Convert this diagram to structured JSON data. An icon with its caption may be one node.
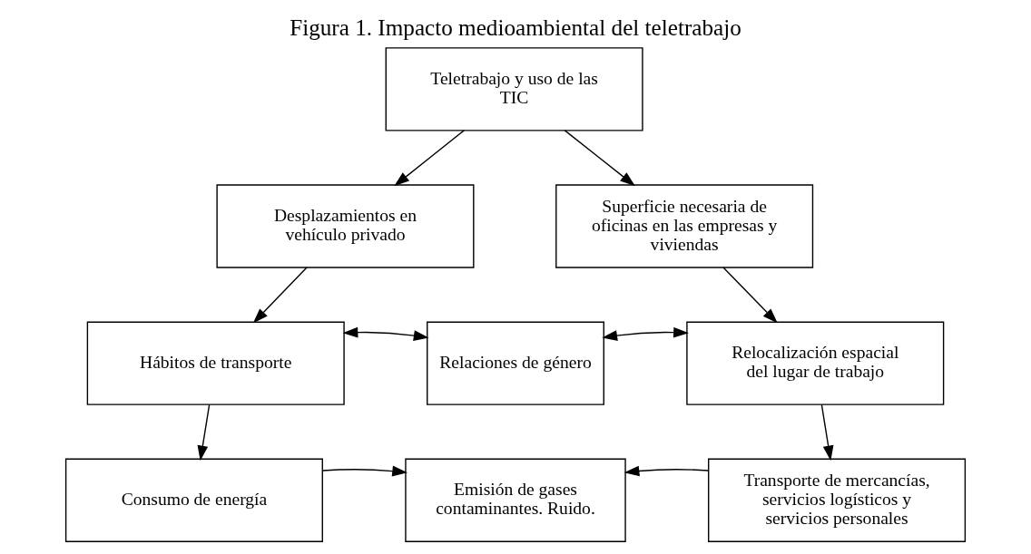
{
  "diagram": {
    "title": "Figura 1. Impacto medioambiental del teletrabajo",
    "nodes": [
      {
        "text": [
          "Teletrabajo y uso de las TIC"
        ]
      },
      {
        "text": [
          "Desplazamientos en vehículo privado"
        ]
      },
      {
        "text": [
          "Superficie necesaria de oficinas en las empresas y viviendas"
        ]
      },
      {
        "text": [
          "Hábitos de transporte"
        ]
      },
      {
        "text": [
          "Relaciones de género"
        ]
      },
      {
        "text": [
          "Relocalización espacial del lugar de trabajo"
        ]
      },
      {
        "text": [
          "Consumo de energía"
        ]
      },
      {
        "text": [
          "Emisión de gases contaminantes. Ruido."
        ]
      },
      {
        "text": [
          "Transporte de mercancías, servicios logísticos y servicios personales"
        ]
      }
    ],
    "edges": [
      {
        "from": 0,
        "to": 1,
        "arrow": "to"
      },
      {
        "from": 0,
        "to": 2,
        "arrow": "to"
      },
      {
        "from": 1,
        "to": 3,
        "arrow": "to"
      },
      {
        "from": 2,
        "to": 5,
        "arrow": "to"
      },
      {
        "from": 3,
        "to": 4,
        "arrow": "both"
      },
      {
        "from": 4,
        "to": 5,
        "arrow": "both"
      },
      {
        "from": 3,
        "to": 6,
        "arrow": "to"
      },
      {
        "from": 5,
        "to": 8,
        "arrow": "to"
      },
      {
        "from": 6,
        "to": 7,
        "arrow": "to"
      },
      {
        "from": 8,
        "to": 7,
        "arrow": "to"
      }
    ]
  }
}
